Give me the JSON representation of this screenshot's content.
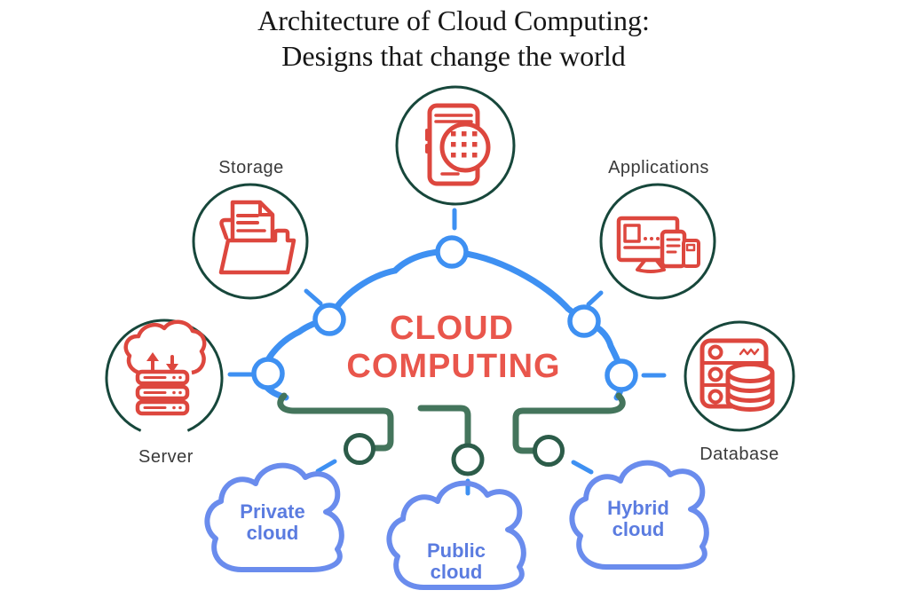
{
  "title": {
    "line1": "Architecture of Cloud Computing:",
    "line2": "Designs that change the world"
  },
  "central_cloud": {
    "line1": "CLOUD",
    "line2": "COMPUTING"
  },
  "components": {
    "mobile": {
      "icon": "mobile-device-apps-icon"
    },
    "storage": {
      "label": "Storage",
      "icon": "folder-documents-icon"
    },
    "applications": {
      "label": "Applications",
      "icon": "desktop-devices-icon"
    },
    "server": {
      "label": "Server",
      "icon": "cloud-server-stack-icon"
    },
    "database": {
      "label": "Database",
      "icon": "database-rack-icon"
    }
  },
  "deployment_models": [
    {
      "name": "private-cloud",
      "line1": "Private",
      "line2": "cloud"
    },
    {
      "name": "public-cloud",
      "line1": "Public",
      "line2": "cloud"
    },
    {
      "name": "hybrid-cloud",
      "line1": "Hybrid",
      "line2": "cloud"
    }
  ],
  "colors": {
    "background": "#ffffff",
    "title_text": "#161616",
    "cloud_blue": "#3e90f2",
    "small_cloud_blue": "#6a8ced",
    "small_cloud_text": "#5b7ce0",
    "icon_red": "#dd473e",
    "cloud_text_red": "#e9564c",
    "ring_teal": "#17473b",
    "line_green": "#44755c",
    "node_green": "#2c5c49",
    "label_gray": "#3a3a3a"
  }
}
